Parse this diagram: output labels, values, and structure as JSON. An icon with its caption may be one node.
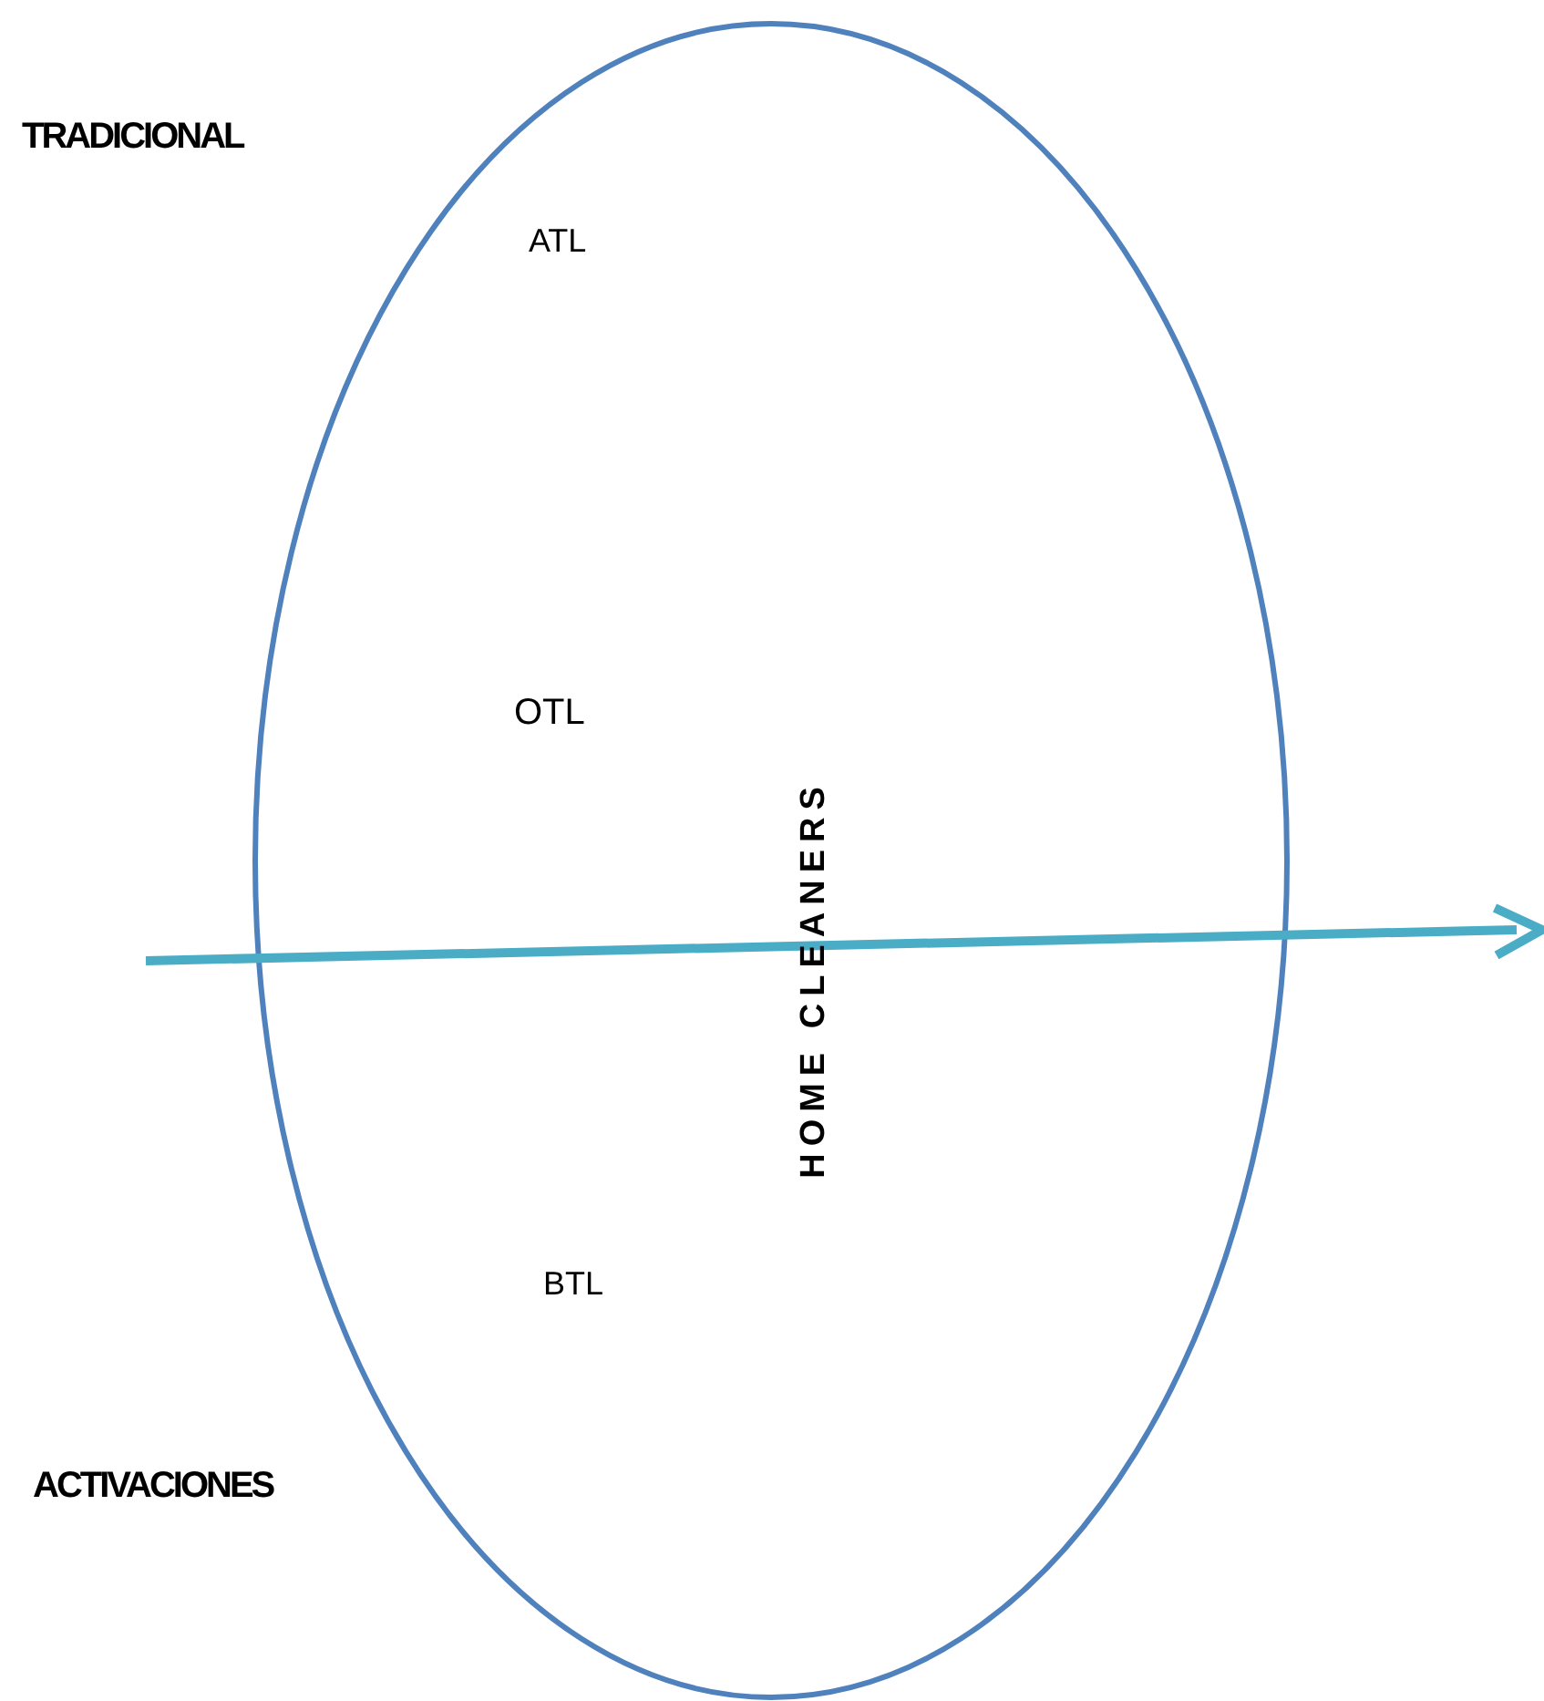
{
  "diagram": {
    "labels": [
      "TRADICIONAL",
      "ATL",
      "OTL",
      "HOME CLEANERS",
      "BTL",
      "ACTIVACIONES"
    ]
  }
}
